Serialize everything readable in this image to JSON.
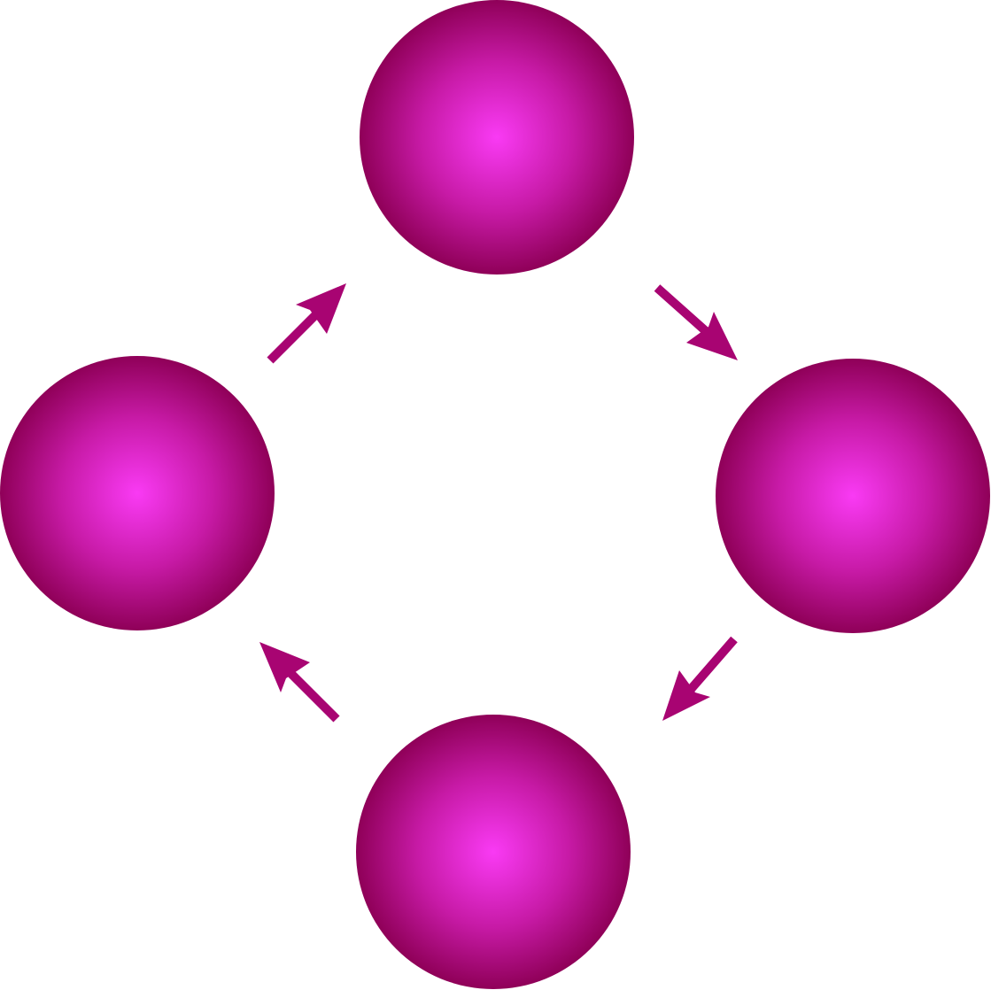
{
  "diagram": {
    "type": "cycle",
    "direction": "clockwise",
    "colors": {
      "node_center": "#f93af4",
      "node_mid": "#c71aa6",
      "node_edge": "#8f0058",
      "arrow": "#a80472",
      "background": "#ffffff"
    },
    "nodes": [
      {
        "id": "top",
        "icon": "sphere-icon"
      },
      {
        "id": "right",
        "icon": "sphere-icon"
      },
      {
        "id": "bottom",
        "icon": "sphere-icon"
      },
      {
        "id": "left",
        "icon": "sphere-icon"
      }
    ],
    "edges": [
      {
        "from": "top",
        "to": "right",
        "icon": "arrow-icon"
      },
      {
        "from": "right",
        "to": "bottom",
        "icon": "arrow-icon"
      },
      {
        "from": "bottom",
        "to": "left",
        "icon": "arrow-icon"
      },
      {
        "from": "left",
        "to": "top",
        "icon": "arrow-icon"
      }
    ]
  }
}
